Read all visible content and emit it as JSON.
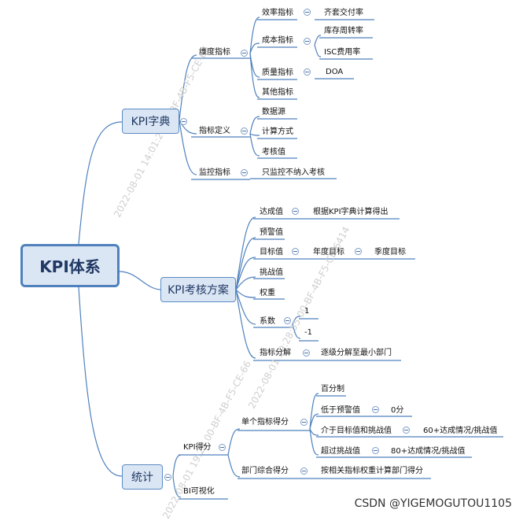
{
  "root": "KPI体系",
  "level1": {
    "dict": "KPI字典",
    "plan": "KPI考核方案",
    "stats": "统计"
  },
  "dict": {
    "dim": "维度指标",
    "efficiency": "效率指标",
    "on_time": "齐套交付率",
    "cost": "成本指标",
    "turnover": "库存周转率",
    "isc": "ISC费用率",
    "quality": "质量指标",
    "doa": "DOA",
    "other": "其他指标",
    "def": "指标定义",
    "source": "数据源",
    "calc": "计算方式",
    "assess": "考核值",
    "monitor": "监控指标",
    "monitor_note": "只监控不纳入考核"
  },
  "plan": {
    "achieve": "达成值",
    "achieve_note": "根据KPI字典计算得出",
    "warning": "预警值",
    "target": "目标值",
    "annual": "年度目标",
    "quarter": "季度目标",
    "challenge": "挑战值",
    "weight": "权重",
    "coef": "系数",
    "coef_pos": "1",
    "coef_neg": "-1",
    "decompose": "指标分解",
    "decompose_note": "逐级分解至最小部门"
  },
  "stats": {
    "kpi_score": "KPI得分",
    "single": "单个指标得分",
    "percent": "百分制",
    "below": "低于预警值",
    "zero": "0分",
    "between": "介于目标值和挑战值",
    "between_formula": "60+达成情况/挑战值",
    "exceed": "超过挑战值",
    "exceed_formula": "80+达成情况/挑战值",
    "dept": "部门综合得分",
    "dept_note": "按相关指标权重计算部门得分",
    "bi": "BI可视化"
  },
  "watermarks": [
    "2022-08-01 14:01:21  00-BF-4B-F5-CE-66",
    "2022-08-01 19:28:55  00-BF-4B-F5-CE-6414",
    "2022-08-01 19:28  00-BF-4B-F5-CE-66"
  ],
  "footer": "CSDN @YIGEMOGUTOU1105",
  "colors": {
    "line": "#4f81bd",
    "box_fill": "#dbe6f4",
    "box_border": "#4f81bd"
  }
}
